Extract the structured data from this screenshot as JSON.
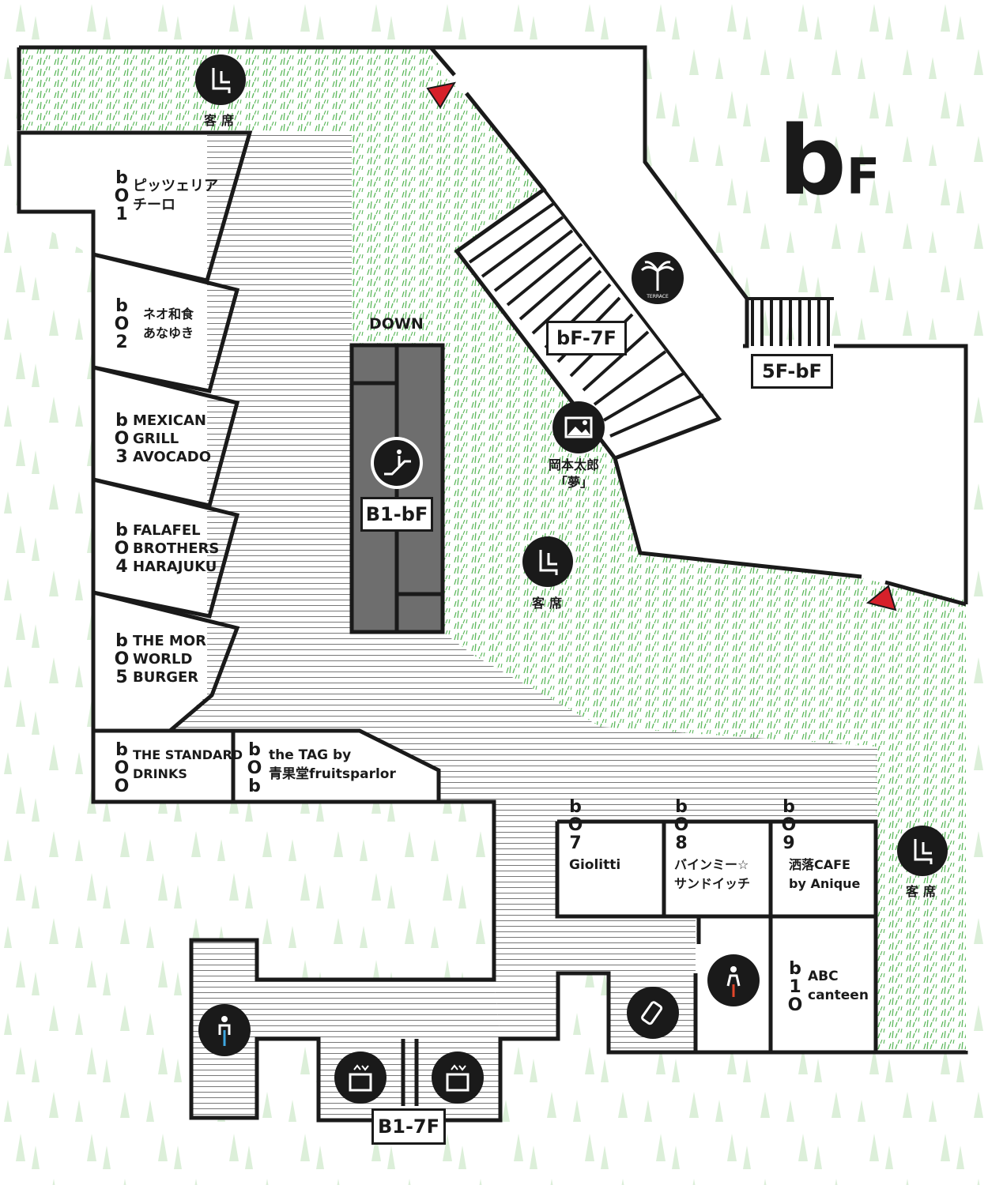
{
  "floor_label": "bF",
  "colors": {
    "ink": "#1a1a1a",
    "grass": "#4caf50",
    "hatch": "#6b6b6b",
    "escalator": "#6e6e6e",
    "marker": "#d6202a",
    "bg_leaf": "#d9efd6",
    "elevator_blue": "#3da7e0",
    "toilet_red": "#e2462a"
  },
  "shops": [
    {
      "index": "b\nO\n1",
      "name": "ピッツェリア\nチーロ"
    },
    {
      "index": "b\nO\n2",
      "name": "ネオ和食\nあなゆき"
    },
    {
      "index": "b\nO\n3",
      "name": "MEXICAN\nGRILL\nAVOCADO"
    },
    {
      "index": "b\nO\n4",
      "name": "FALAFEL\nBROTHERS\nHARAJUKU"
    },
    {
      "index": "b\nO\n5",
      "name": "THE MOR\nWORLD\nBURGER"
    },
    {
      "index": "b\nO\nO",
      "name": "THE STANDARD\nDRINKS"
    },
    {
      "index": "b\nO\nb",
      "name": "the TAG by\n青果堂fruitsparlor"
    },
    {
      "index": "b\nO\n7",
      "name": "Giolitti"
    },
    {
      "index": "b\nO\n8",
      "name": "バインミー☆\nサンドイッチ"
    },
    {
      "index": "b\nO\n9",
      "name": "洒落CAFE\nby Anique"
    },
    {
      "index": "b\n1\nO",
      "name": "ABC\ncanteen"
    }
  ],
  "seating_label": "客席",
  "art_label": "岡本太郎\n「夢」",
  "down_label": "DOWN",
  "terrace_label": "TERRACE",
  "escalator_tag": "B1-bF",
  "stairs_tags": [
    "bF-7F",
    "5F-bF"
  ],
  "elevator_tag": "B1-7F",
  "icons": [
    "seat-icon",
    "terrace-palm-icon",
    "artwork-icon",
    "escalator-icon",
    "mens-toilet-icon",
    "womens-toilet-icon",
    "baby-bottle-icon",
    "elevator-icon",
    "entrance-marker-icon"
  ]
}
